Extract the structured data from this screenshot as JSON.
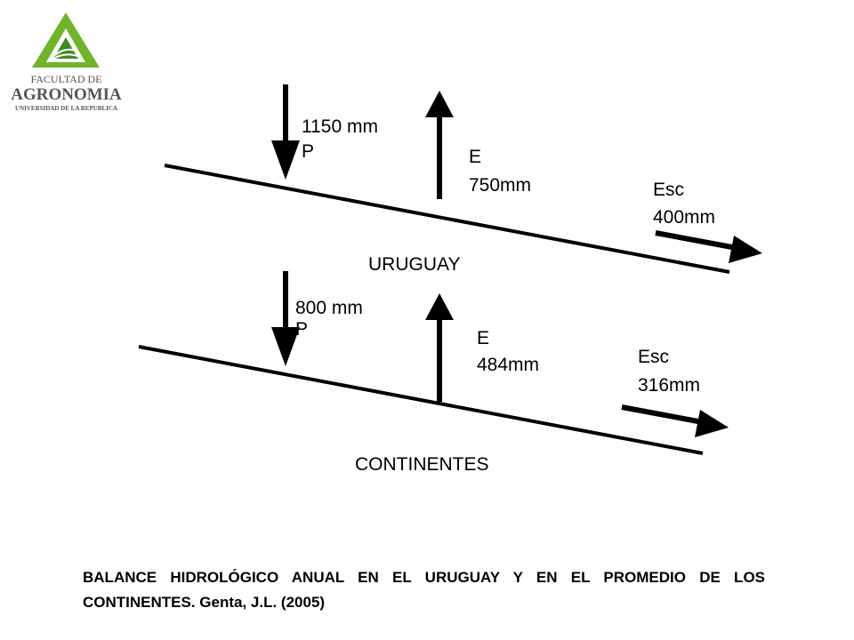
{
  "logo": {
    "line1": "FACULTAD DE",
    "line2": "AGRONOMIA",
    "line3": "UNIVERSIDAD DE LA REPUBLICA"
  },
  "uruguay": {
    "region": "URUGUAY",
    "precip_value": "1150 mm",
    "precip_symbol": "P",
    "evap_symbol": "E",
    "evap_value": "750mm",
    "runoff_symbol": "Esc",
    "runoff_value": "400mm"
  },
  "continents": {
    "region": "CONTINENTES",
    "precip_value": "800 mm",
    "precip_symbol": "P",
    "evap_symbol": "E",
    "evap_value": "484mm",
    "runoff_symbol": "Esc",
    "runoff_value": "316mm"
  },
  "caption": "BALANCE HIDROLÓGICO ANUAL EN EL URUGUAY Y EN EL PROMEDIO DE LOS CONTINENTES. Genta, J.L. (2005)",
  "colors": {
    "logo_green": "#6fb52c",
    "logo_dark_green": "#3f8a1f",
    "logo_text": "#555555"
  }
}
